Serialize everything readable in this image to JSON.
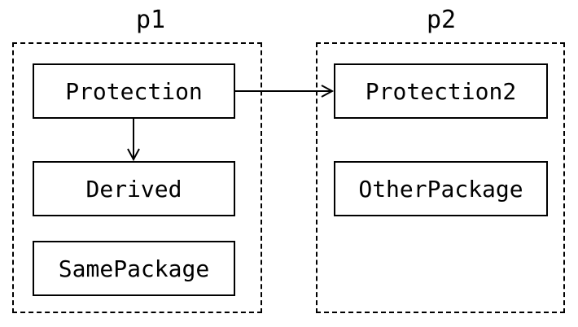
{
  "packages": [
    {
      "id": "p1",
      "label": "p1"
    },
    {
      "id": "p2",
      "label": "p2"
    }
  ],
  "classes": {
    "protection": "Protection",
    "derived": "Derived",
    "same_package": "SamePackage",
    "protection2": "Protection2",
    "other_package": "OtherPackage"
  },
  "edges": [
    {
      "from": "Protection",
      "to": "Derived"
    },
    {
      "from": "Protection",
      "to": "Protection2"
    }
  ]
}
